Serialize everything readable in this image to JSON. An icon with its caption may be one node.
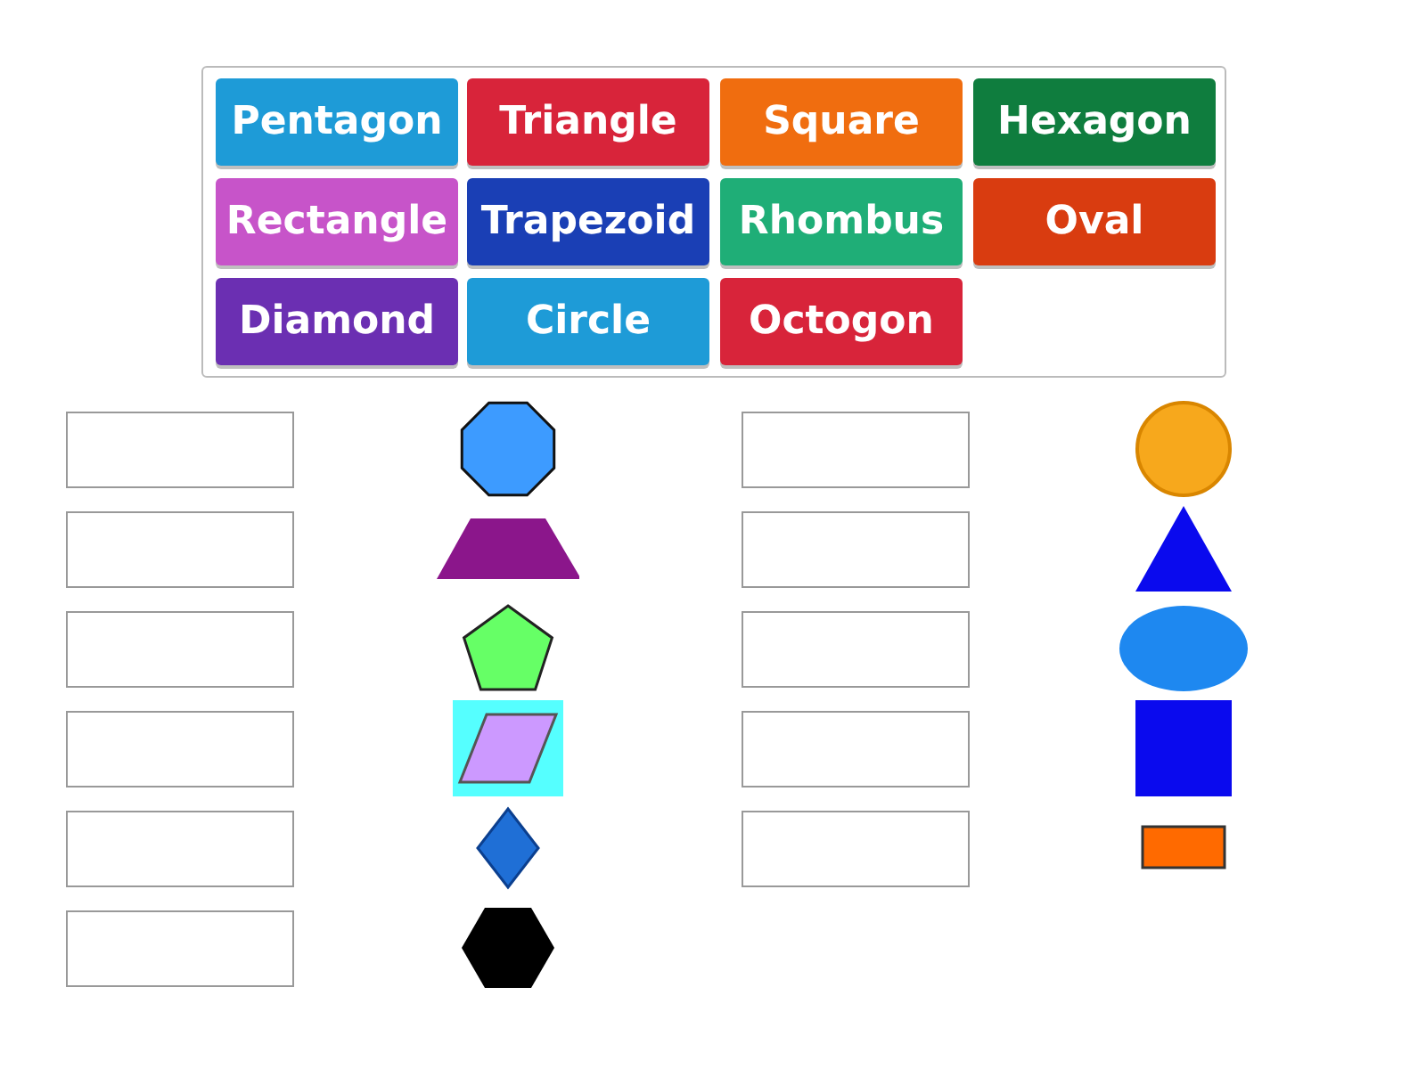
{
  "diagram": {
    "nodes": [
      {
        "text": [],
        "shape": "box"
      },
      {
        "text": [
          "Pentagon"
        ],
        "in": 0
      },
      {
        "text": [
          "Triangle"
        ],
        "in": 0
      },
      {
        "text": [
          "Square"
        ],
        "in": 0
      },
      {
        "text": [
          "Hexagon"
        ],
        "in": 0
      },
      {
        "text": [
          "Rectangle"
        ],
        "in": 0
      },
      {
        "text": [
          "Trapezoid"
        ],
        "in": 0
      },
      {
        "text": [
          "Rhombus"
        ],
        "in": 0
      },
      {
        "text": [
          "Oval"
        ],
        "in": 0
      },
      {
        "text": [
          "Diamond"
        ],
        "in": 0
      },
      {
        "text": [
          "Circle"
        ],
        "in": 0
      },
      {
        "text": [
          "Octogon"
        ],
        "in": 0
      },
      {
        "text": [],
        "shape": "box"
      },
      {
        "text": [],
        "shape": "octagon"
      },
      {
        "text": [],
        "shape": "box"
      },
      {
        "text": [],
        "shape": "circle"
      },
      {
        "text": [],
        "shape": "box"
      },
      {
        "text": [],
        "shape": "trapezoid"
      },
      {
        "text": [],
        "shape": "box"
      },
      {
        "text": [],
        "shape": "triangle"
      },
      {
        "text": [],
        "shape": "box"
      },
      {
        "text": [],
        "shape": "pentagon"
      },
      {
        "text": [],
        "shape": "box"
      },
      {
        "text": [],
        "shape": "ellipse"
      },
      {
        "text": [],
        "shape": "box"
      },
      {
        "text": [],
        "shape": "parallelogram"
      },
      {
        "text": [],
        "shape": "box"
      },
      {
        "text": [],
        "shape": "square"
      },
      {
        "text": [],
        "shape": "box"
      },
      {
        "text": [],
        "shape": "diamond"
      },
      {
        "text": [],
        "shape": "box"
      },
      {
        "text": [],
        "shape": "rectangle"
      },
      {
        "text": [],
        "shape": "box"
      },
      {
        "text": [],
        "shape": "hexagon"
      }
    ]
  }
}
